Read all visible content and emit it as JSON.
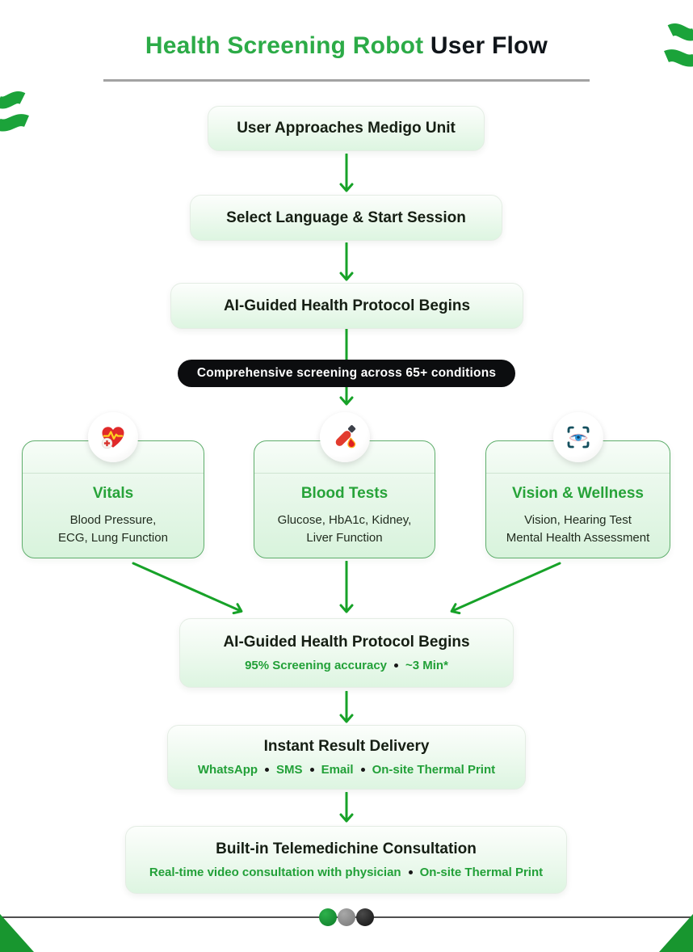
{
  "page": {
    "accent_green": "#2cab47",
    "arrow_green": "#17a228",
    "badge_bg": "#0c0d0f",
    "card_border": "#5fae6c"
  },
  "header": {
    "title_green": "Health Screening Robot",
    "title_black": " User Flow"
  },
  "flow": {
    "step1": "User Approaches Medigo Unit",
    "step2": "Select Language & Start Session",
    "step3": "AI-Guided Health Protocol Begins",
    "badge": "Comprehensive screening across 65+ conditions",
    "cards": [
      {
        "icon": "heart-pulse-icon",
        "title": "Vitals",
        "line1": "Blood Pressure,",
        "line2": "ECG, Lung Function"
      },
      {
        "icon": "blood-test-icon",
        "title": "Blood Tests",
        "line1": "Glucose, HbA1c, Kidney,",
        "line2": "Liver Function"
      },
      {
        "icon": "eye-scan-icon",
        "title": "Vision & Wellness",
        "line1": "Vision, Hearing Test",
        "line2": "Mental Health Assessment"
      }
    ],
    "merge": {
      "title": "AI-Guided Health Protocol Begins",
      "stats": [
        "95% Screening accuracy",
        "~3 Min*"
      ]
    },
    "delivery": {
      "title": "Instant Result Delivery",
      "channels": [
        "WhatsApp",
        "SMS",
        "Email",
        "On-site Thermal Print"
      ]
    },
    "tele": {
      "title": "Built-in Telemedichine Consultation",
      "features": [
        "Real-time video consultation with physician",
        "On-site Thermal Print"
      ]
    }
  },
  "footer": {
    "pagination_dots": [
      "#0d7a27",
      "#8a8a8a",
      "#151515"
    ]
  }
}
